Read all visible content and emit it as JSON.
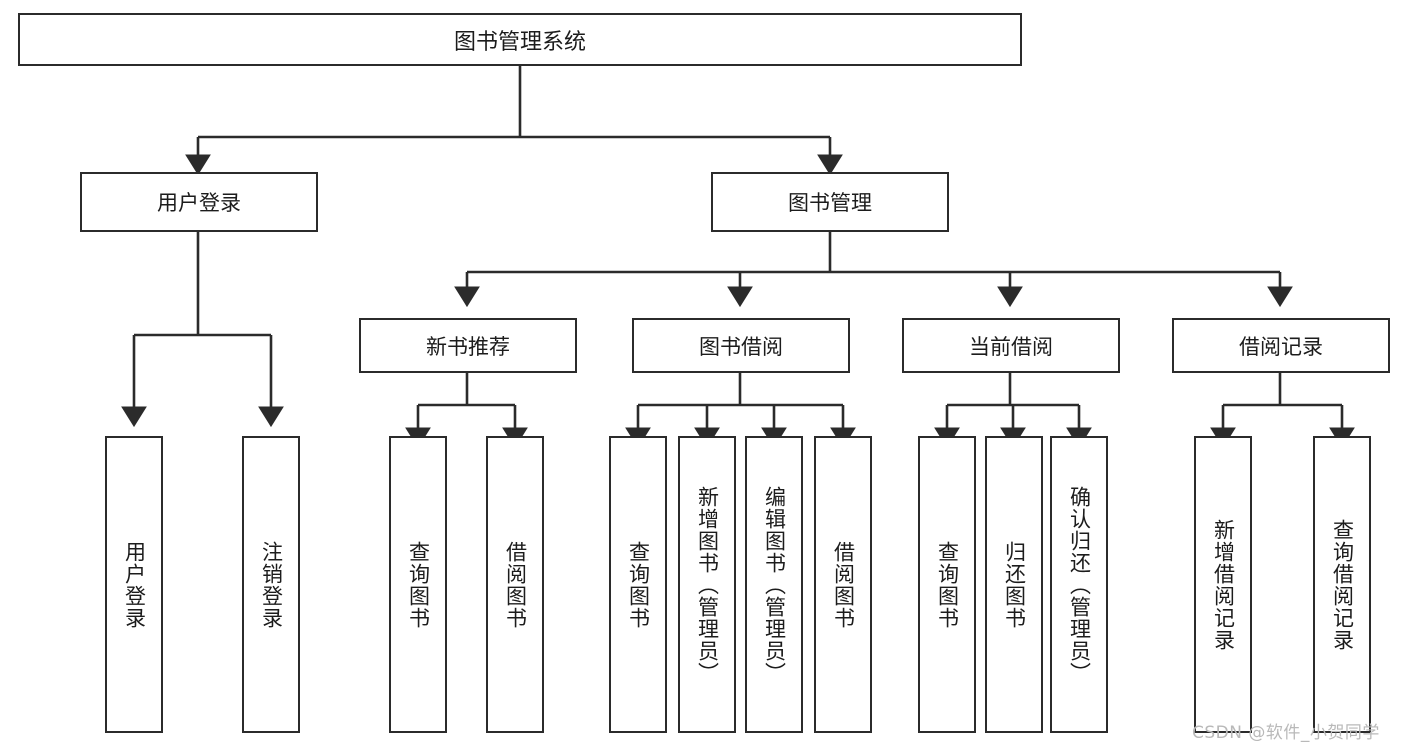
{
  "diagram": {
    "type": "hierarchy-tree",
    "title": "图书管理系统",
    "root": {
      "id": "root",
      "label": "图书管理系统"
    },
    "tier2": [
      {
        "id": "user-login",
        "label": "用户登录"
      },
      {
        "id": "book-management",
        "label": "图书管理"
      }
    ],
    "tier3": [
      {
        "id": "new-book-recommend",
        "label": "新书推荐",
        "parent": "book-management"
      },
      {
        "id": "book-borrow",
        "label": "图书借阅",
        "parent": "book-management"
      },
      {
        "id": "current-borrow",
        "label": "当前借阅",
        "parent": "book-management"
      },
      {
        "id": "borrow-record",
        "label": "借阅记录",
        "parent": "book-management"
      }
    ],
    "leaves": [
      {
        "id": "leaf-user-login",
        "label": "用户登录",
        "parent": "user-login"
      },
      {
        "id": "leaf-logout-login",
        "label": "注销登录",
        "parent": "user-login"
      },
      {
        "id": "leaf-query-book-rec",
        "label": "查询图书",
        "parent": "new-book-recommend"
      },
      {
        "id": "leaf-borrow-book-rec",
        "label": "借阅图书",
        "parent": "new-book-recommend"
      },
      {
        "id": "leaf-query-book-borrow",
        "label": "查询图书",
        "parent": "book-borrow"
      },
      {
        "id": "leaf-add-book-admin",
        "label": "新增图书（管理员）",
        "parent": "book-borrow"
      },
      {
        "id": "leaf-edit-book-admin",
        "label": "编辑图书（管理员）",
        "parent": "book-borrow"
      },
      {
        "id": "leaf-borrow-book",
        "label": "借阅图书",
        "parent": "book-borrow"
      },
      {
        "id": "leaf-query-book-current",
        "label": "查询图书",
        "parent": "current-borrow"
      },
      {
        "id": "leaf-return-book",
        "label": "归还图书",
        "parent": "current-borrow"
      },
      {
        "id": "leaf-confirm-return-admin",
        "label": "确认归还（管理员）",
        "parent": "current-borrow"
      },
      {
        "id": "leaf-add-borrow-record",
        "label": "新增借阅记录",
        "parent": "borrow-record"
      },
      {
        "id": "leaf-query-borrow-record",
        "label": "查询借阅记录",
        "parent": "borrow-record"
      }
    ],
    "colors": {
      "stroke": "#2b2b2b",
      "fill": "#ffffff",
      "text": "#1c1c1c",
      "watermark": "#b9b9b9"
    }
  },
  "watermark": {
    "text": "CSDN @软件_小贺同学"
  }
}
